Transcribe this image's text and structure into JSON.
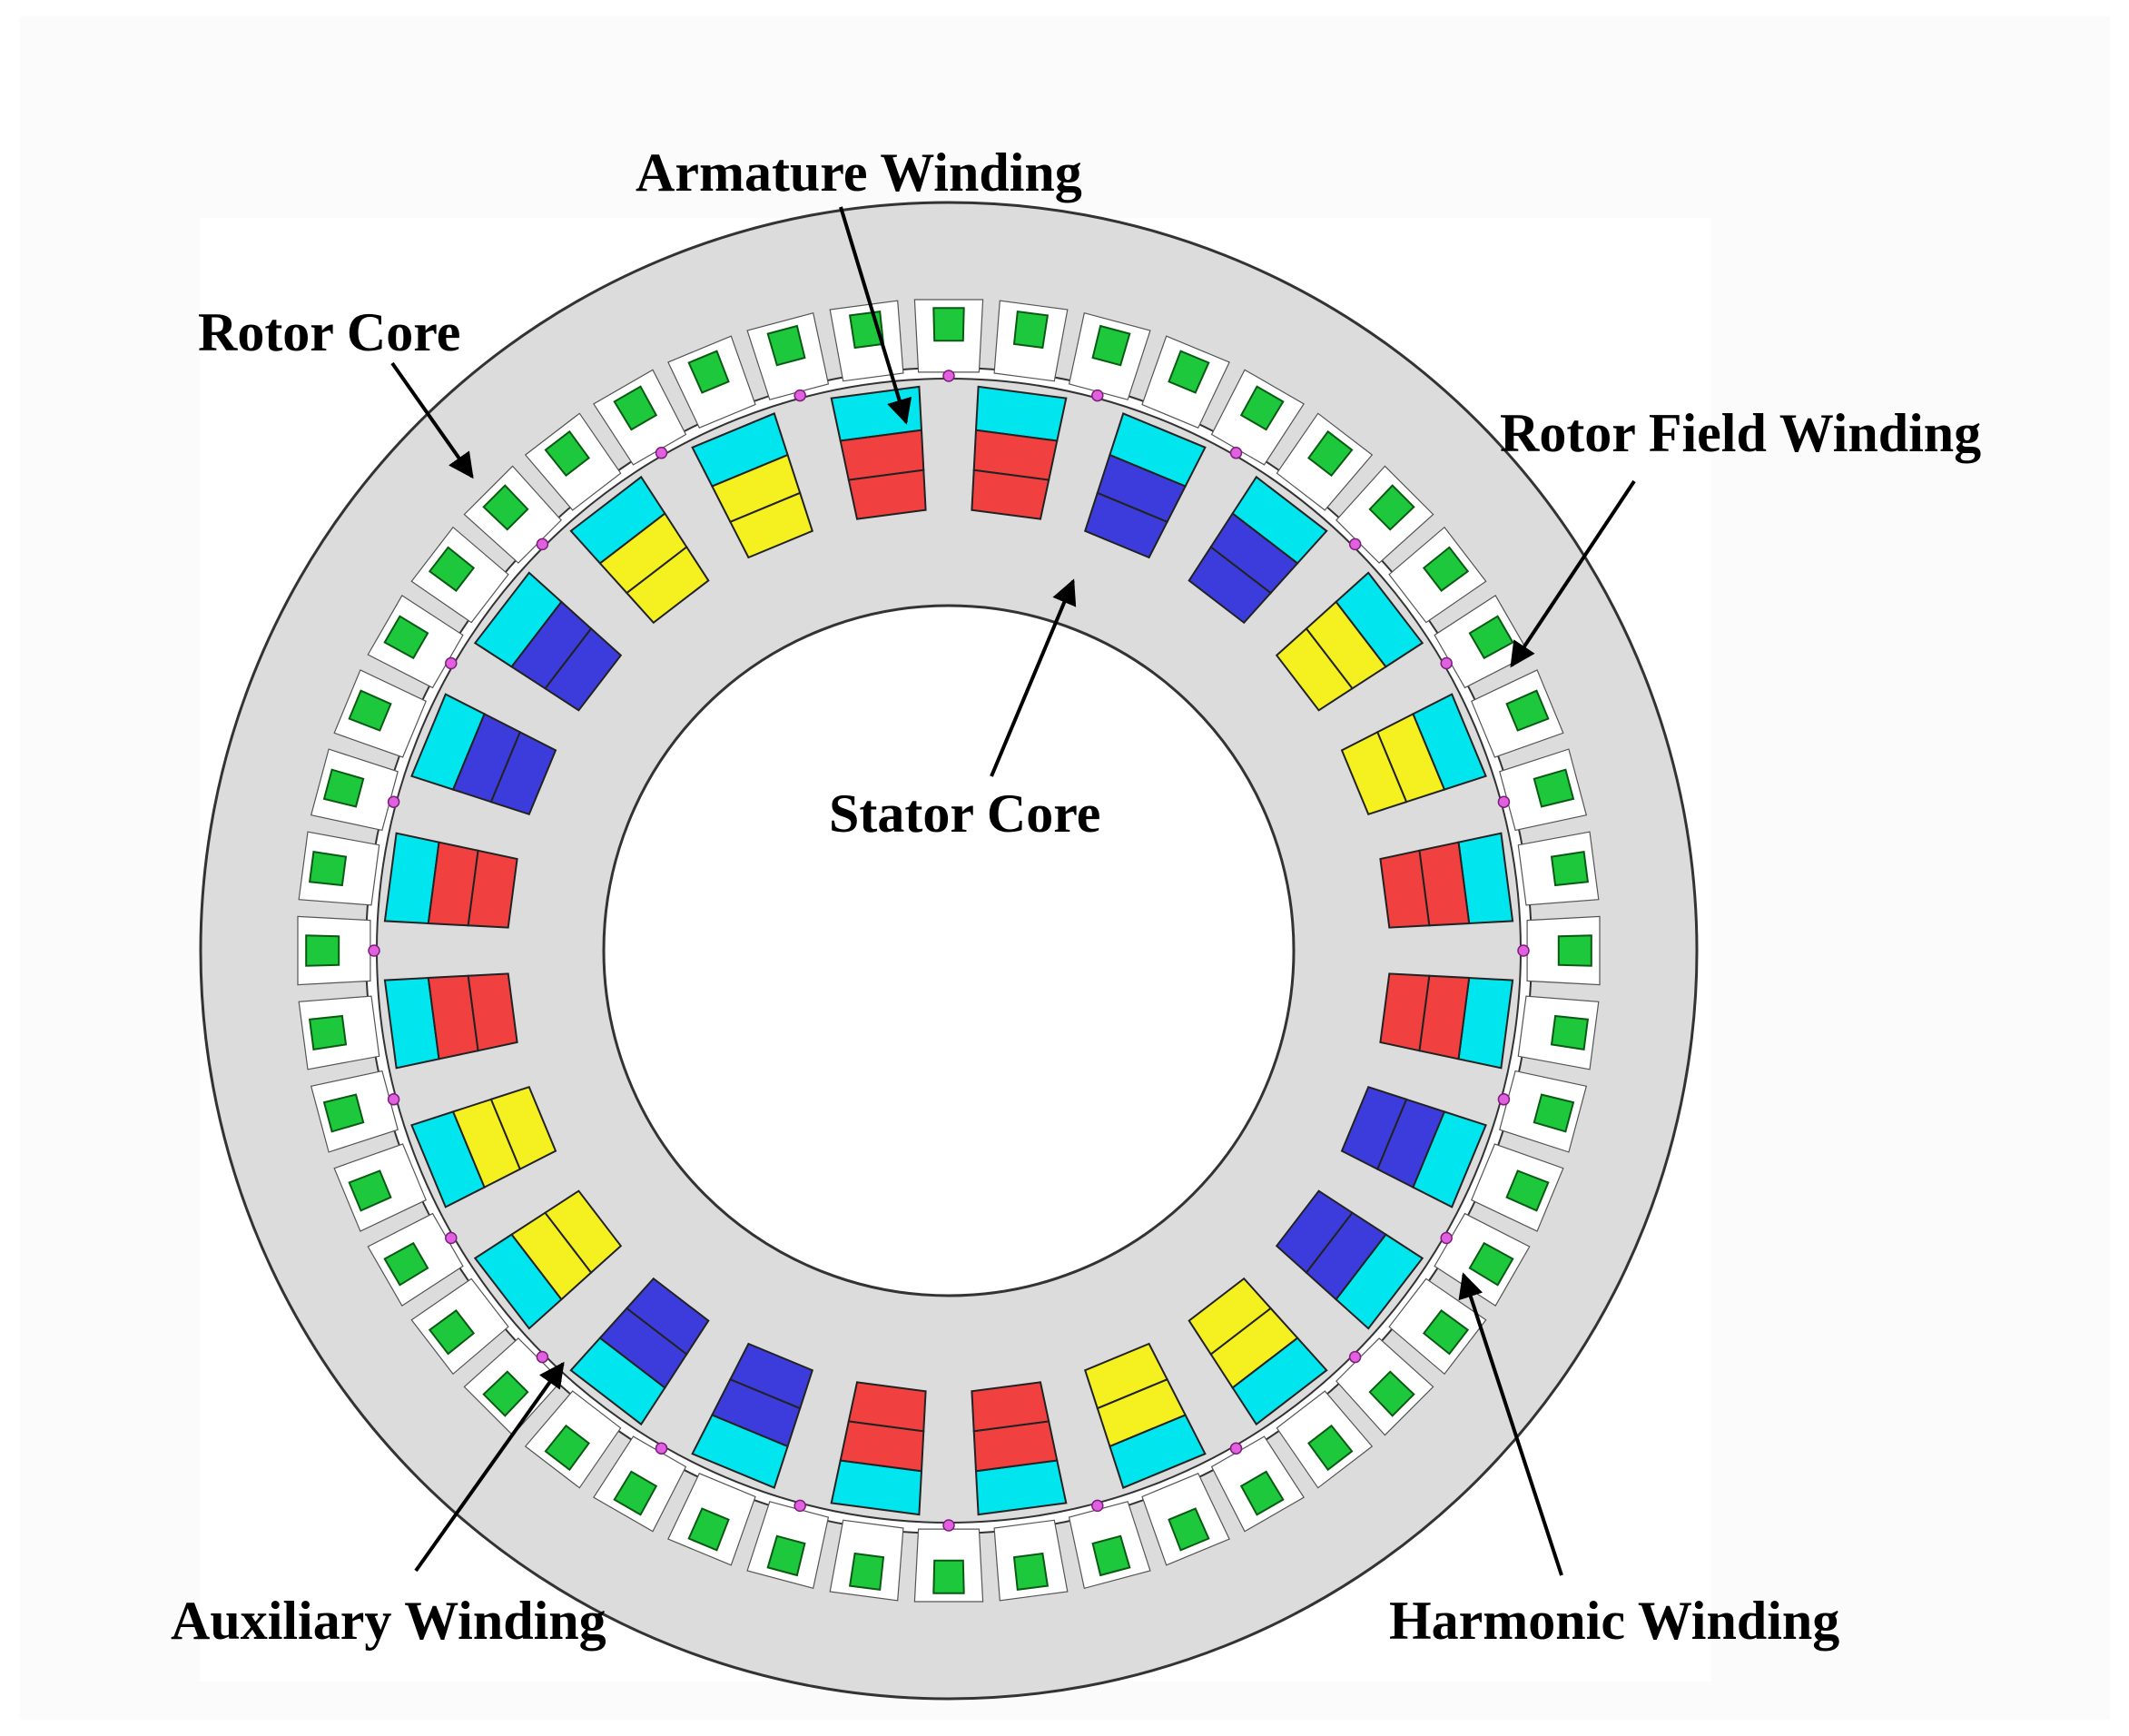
{
  "labels": {
    "armature": "Armature Winding",
    "rotor_core": "Rotor Core",
    "rotor_field": "Rotor Field Winding",
    "stator_core": "Stator Core",
    "auxiliary": "Auxiliary Winding",
    "harmonic": "Harmonic Winding"
  },
  "colors": {
    "core": "#dcdcdc",
    "core_outline": "#333333",
    "slot_bg": "#ffffff",
    "field_winding": "#1ec83c",
    "field_winding_edge": "#0a5a14",
    "harmonic_dot": "#e060e0",
    "auxiliary": "#00e5ee",
    "phase_red": "#f04040",
    "phase_yellow": "#f5f020",
    "phase_blue": "#3c3cdc"
  },
  "stator_slots": [
    {
      "auxiliary": "#00e5ee",
      "armature": "#f04040"
    },
    {
      "auxiliary": "#00e5ee",
      "armature": "#3c3cdc"
    },
    {
      "auxiliary": "#00e5ee",
      "armature": "#3c3cdc"
    },
    {
      "auxiliary": "#00e5ee",
      "armature": "#f5f020"
    },
    {
      "auxiliary": "#00e5ee",
      "armature": "#f5f020"
    },
    {
      "auxiliary": "#00e5ee",
      "armature": "#f04040"
    },
    {
      "auxiliary": "#00e5ee",
      "armature": "#f04040"
    },
    {
      "auxiliary": "#00e5ee",
      "armature": "#3c3cdc"
    },
    {
      "auxiliary": "#00e5ee",
      "armature": "#3c3cdc"
    },
    {
      "auxiliary": "#00e5ee",
      "armature": "#f5f020"
    },
    {
      "auxiliary": "#00e5ee",
      "armature": "#f5f020"
    },
    {
      "auxiliary": "#00e5ee",
      "armature": "#f04040"
    },
    {
      "auxiliary": "#00e5ee",
      "armature": "#f04040"
    },
    {
      "auxiliary": "#00e5ee",
      "armature": "#3c3cdc"
    },
    {
      "auxiliary": "#00e5ee",
      "armature": "#3c3cdc"
    },
    {
      "auxiliary": "#00e5ee",
      "armature": "#f5f020"
    },
    {
      "auxiliary": "#00e5ee",
      "armature": "#f5f020"
    },
    {
      "auxiliary": "#00e5ee",
      "armature": "#f04040"
    },
    {
      "auxiliary": "#00e5ee",
      "armature": "#f04040"
    },
    {
      "auxiliary": "#00e5ee",
      "armature": "#3c3cdc"
    },
    {
      "auxiliary": "#00e5ee",
      "armature": "#3c3cdc"
    },
    {
      "auxiliary": "#00e5ee",
      "armature": "#f5f020"
    },
    {
      "auxiliary": "#00e5ee",
      "armature": "#f5f020"
    },
    {
      "auxiliary": "#00e5ee",
      "armature": "#f04040"
    }
  ],
  "rotor_field_coil_count": 48,
  "harmonic_dot_count": 24
}
